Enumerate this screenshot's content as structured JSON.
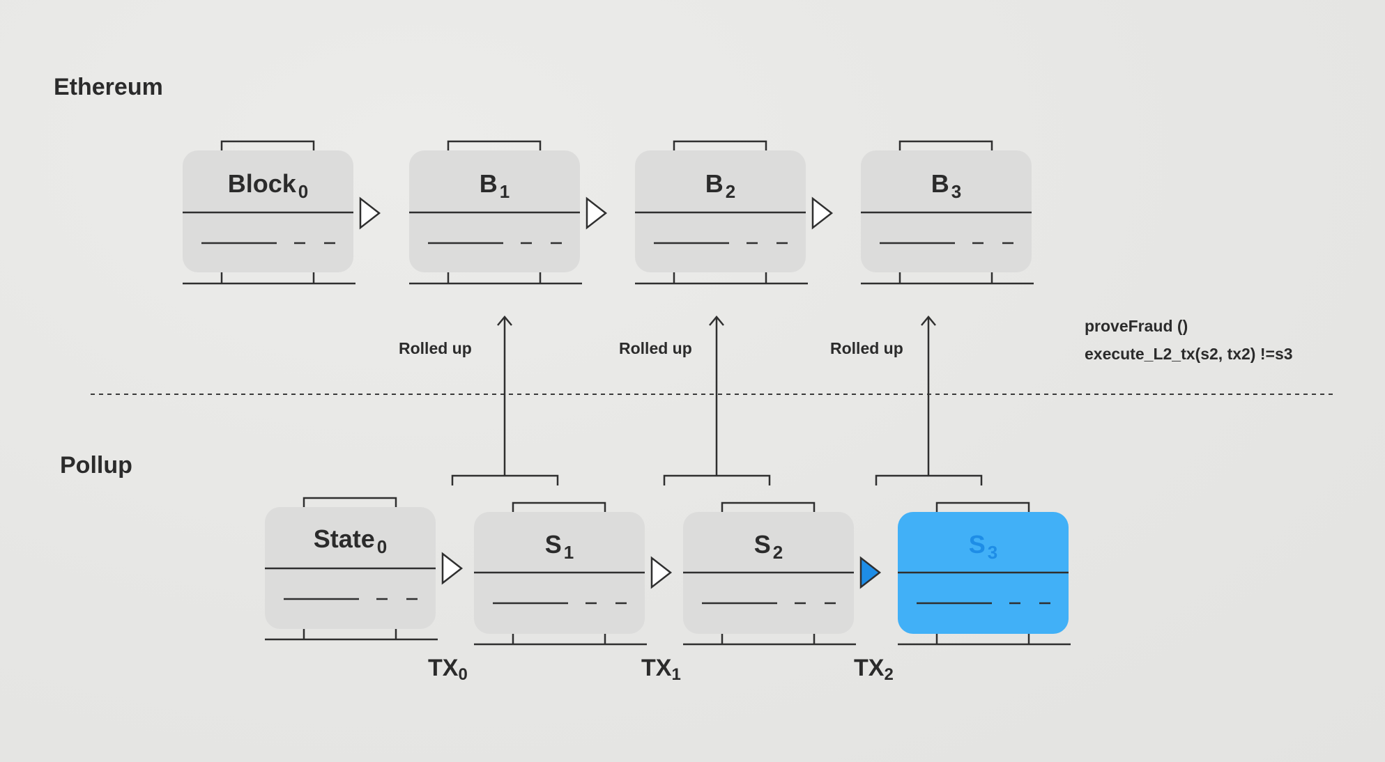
{
  "sections": {
    "top": "Ethereum",
    "bottom": "Pollup"
  },
  "ethereum_blocks": [
    {
      "name": "Block",
      "sub": "0"
    },
    {
      "name": "B",
      "sub": "1"
    },
    {
      "name": "B",
      "sub": "2"
    },
    {
      "name": "B",
      "sub": "3"
    }
  ],
  "pollup_states": [
    {
      "name": "State",
      "sub": "0"
    },
    {
      "name": "S",
      "sub": "1"
    },
    {
      "name": "S",
      "sub": "2"
    },
    {
      "name": "S",
      "sub": "3",
      "highlighted": true
    }
  ],
  "rollups": [
    {
      "label": "Rolled up"
    },
    {
      "label": "Rolled up"
    },
    {
      "label": "Rolled up"
    }
  ],
  "transactions": [
    {
      "name": "TX",
      "sub": "0"
    },
    {
      "name": "TX",
      "sub": "1"
    },
    {
      "name": "TX",
      "sub": "2"
    }
  ],
  "fraud_proof": {
    "line1": "proveFraud ()",
    "line2": "execute_L2_tx(s2, tx2)  !=s3"
  },
  "colors": {
    "box_fill": "#dcdcdb",
    "line": "#2f2f2f",
    "highlight": "#41b0f7",
    "highlight_text": "#1e8de6"
  }
}
